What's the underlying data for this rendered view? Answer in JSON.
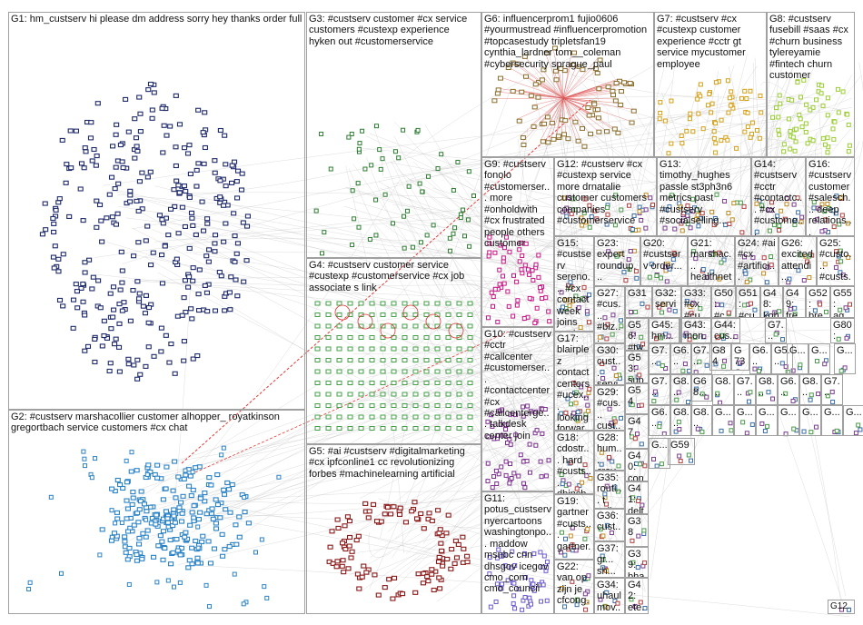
{
  "groups": [
    {
      "id": "G1",
      "label": "G1: hm_custserv hi please dm address sorry hey thanks order full",
      "color": "#1f2a6b"
    },
    {
      "id": "G2",
      "label": "G2: #custserv marshacollier customer alhopper_ royatkinson gregortbach service customers #cx chat",
      "color": "#2b83c6"
    },
    {
      "id": "G3",
      "label": "G3: #custserv customer #cx service customers #custexp experience hyken out #customerservice",
      "color": "#2e7d32"
    },
    {
      "id": "G4",
      "label": "G4: #custserv customer service #custexp #customerservice #cx job associate s link",
      "color": "#43a047"
    },
    {
      "id": "G5",
      "label": "G5: #ai #custserv #digitalmarketing #cx ipfconline1 cc revolutionizing forbes #machinelearning artificial",
      "color": "#8b1a1a"
    },
    {
      "id": "G6",
      "label": "G6: influencerprom1 fujio0606 #yourmustread #influencerpromotion #topcasestudy tripletsfan19 cynthia_lardner tom__coleman #cybersecurity sprague_paul",
      "color": "#c0392b"
    },
    {
      "id": "G7",
      "label": "G7: #custserv #cx #custexp customer experience #cctr gt service mycustomer employee",
      "color": "#d4a017"
    },
    {
      "id": "G8",
      "label": "G8: #custserv fusebill #saas #cx #churn business tylereyamie #fintech churn customer",
      "color": "#9acd32"
    },
    {
      "id": "G9",
      "label": "G9: #custserv fonolo #customerser... more #onholdwith #cx frustrated people others customer",
      "color": "#c71585"
    },
    {
      "id": "G10",
      "label": "G10: #custserv #cctr #callcenter #customerser... #contactcenter #cx #callcenterge... talkdesk center join",
      "color": "#7b2d8e"
    },
    {
      "id": "G11",
      "label": "G11: potus_custserv nyercartoons washingtonpo... maddow msnbc cnn dhsgov icegov cmo_com cmo_council",
      "color": "#6a5acd"
    },
    {
      "id": "G12",
      "label": "G12: #custserv #cx #custexp service more drnatalie customer customers companies #customerservice",
      "color": "#555555"
    },
    {
      "id": "G13",
      "label": "G13: timothy_hughes passle st3ph3n6 metrics past #custserv #socialselling...",
      "color": "#555555"
    },
    {
      "id": "G14",
      "label": "G14: #custserv #cctr #contactc... #cx #custome...",
      "color": "#555555"
    },
    {
      "id": "G15",
      "label": "G15: #custserv sereno... #cx contact week joins center...",
      "color": "#555555"
    },
    {
      "id": "G16",
      "label": "G16: #custserv customer #salesch... deep relations...",
      "color": "#555555"
    },
    {
      "id": "G17",
      "label": "G17: blairplez contact centers #ucex... looking forwar...",
      "color": "#555555"
    },
    {
      "id": "G18",
      "label": "G18: cdostr... hard #custs... dhinch...",
      "color": "#555555"
    },
    {
      "id": "G19",
      "label": "G19: gartner #custs... gartner... leader...",
      "color": "#555555"
    },
    {
      "id": "G20",
      "label": "G20: #custserv order...",
      "color": "#555555"
    },
    {
      "id": "G21",
      "label": "G21: marshac... healthnet...",
      "color": "#555555"
    },
    {
      "id": "G22",
      "label": "G22: van op zijn je cfcong...",
      "color": "#555555"
    },
    {
      "id": "G23",
      "label": "G23: expert roundup...",
      "color": "#555555"
    },
    {
      "id": "G24",
      "label": "G24: #ai #cx #artifici...",
      "color": "#555555"
    },
    {
      "id": "G25",
      "label": "G25: #custo... #custs...",
      "color": "#555555"
    },
    {
      "id": "G26",
      "label": "G26: excited attendi...",
      "color": "#555555"
    },
    {
      "id": "G27",
      "label": "G27: #cus... #biz... #cx...",
      "color": "#555555"
    },
    {
      "id": "G28",
      "label": "G28: hum... crav...",
      "color": "#555555"
    },
    {
      "id": "G29",
      "label": "G29: #cus... cust...",
      "color": "#555555"
    },
    {
      "id": "G30",
      "label": "G30: cust... servi...",
      "color": "#555555"
    },
    {
      "id": "G31",
      "label": "G31",
      "color": "#555555"
    },
    {
      "id": "G32",
      "label": "G32: servi...",
      "color": "#555555"
    },
    {
      "id": "G33",
      "label": "G33: #cx #cu...",
      "color": "#555555"
    },
    {
      "id": "G34",
      "label": "G34: uhaul mov...",
      "color": "#555555"
    },
    {
      "id": "G35",
      "label": "G35: routi... t call...",
      "color": "#555555"
    },
    {
      "id": "G36",
      "label": "G36: cust... ...",
      "color": "#555555"
    },
    {
      "id": "G37",
      "label": "G37: gr... sh...",
      "color": "#555555"
    },
    {
      "id": "G38",
      "label": "G38",
      "color": "#555555"
    },
    {
      "id": "G39",
      "label": "G39: bha...",
      "color": "#555555"
    },
    {
      "id": "G40",
      "label": "G40: con...",
      "color": "#555555"
    },
    {
      "id": "G41",
      "label": "G41: delta",
      "color": "#555555"
    },
    {
      "id": "G42",
      "label": "G42: ete...",
      "color": "#555555"
    },
    {
      "id": "G43",
      "label": "G43: mon...",
      "color": "#555555"
    },
    {
      "id": "G44",
      "label": "G44: cus...",
      "color": "#555555"
    },
    {
      "id": "G45",
      "label": "G45: hm...",
      "color": "#555555"
    },
    {
      "id": "G46",
      "label": "G46: #cus...",
      "color": "#555555"
    },
    {
      "id": "G47",
      "label": "G47",
      "color": "#555555"
    },
    {
      "id": "G48",
      "label": "G48: koh...",
      "color": "#555555"
    },
    {
      "id": "G49",
      "label": "G49: fre...",
      "color": "#555555"
    },
    {
      "id": "G50",
      "label": "G50: #c...",
      "color": "#555555"
    },
    {
      "id": "G51",
      "label": "G51: #cu...",
      "color": "#555555"
    },
    {
      "id": "G52",
      "label": "G52: bre...",
      "color": "#555555"
    },
    {
      "id": "G53",
      "label": "G53: sup...",
      "color": "#555555"
    },
    {
      "id": "G54",
      "label": "G54",
      "color": "#555555"
    },
    {
      "id": "G55",
      "label": "G55: ag...",
      "color": "#555555"
    },
    {
      "id": "G56",
      "label": "G56: #tw...",
      "color": "#555555"
    },
    {
      "id": "G59",
      "label": "G59",
      "color": "#555555"
    },
    {
      "id": "G80",
      "label": "G80: 50...",
      "color": "#555555"
    },
    {
      "id": "G7x",
      "label": "G7... 17...",
      "color": "#555555"
    },
    {
      "id": "G84",
      "label": "G84",
      "color": "#555555"
    },
    {
      "id": "G73",
      "label": "G73G...",
      "color": "#555555"
    },
    {
      "id": "G68",
      "label": "G68...",
      "color": "#555555"
    },
    {
      "id": "G12b",
      "label": "G12...",
      "color": "#555555"
    }
  ],
  "small_labels": [
    "G7...",
    "G6...",
    "G7...",
    "G6...",
    "G5...",
    "G...",
    "G...",
    "G...",
    "G7...",
    "G8...",
    "G8...",
    "G7...",
    "G8...",
    "G6...",
    "G8...",
    "G7...",
    "G6...",
    "G8...",
    "G8...",
    "G...",
    "G...",
    "G...",
    "G...",
    "G...",
    "G...",
    "G...",
    "G..."
  ]
}
